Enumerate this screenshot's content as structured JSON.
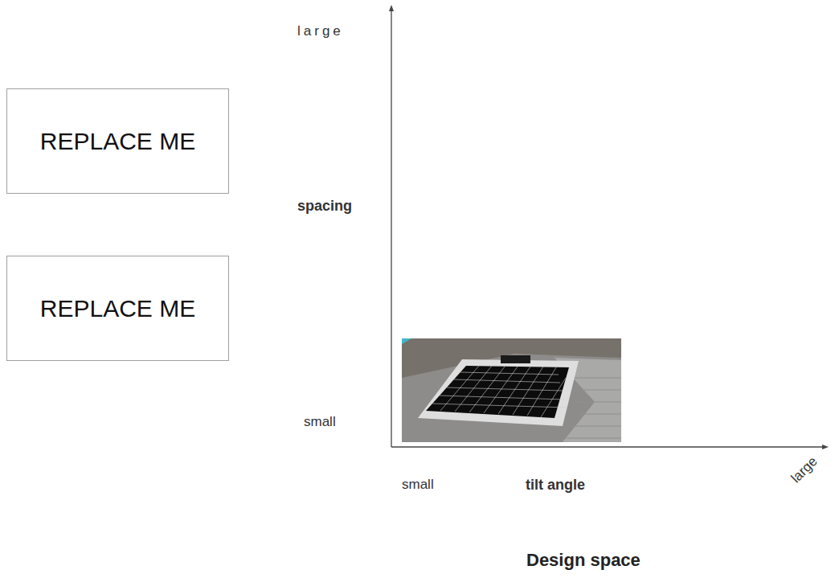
{
  "diagram": {
    "caption": "Design space",
    "nodes": [
      {
        "text": [
          "REPLACE ME"
        ]
      },
      {
        "text": [
          "REPLACE ME"
        ]
      }
    ],
    "labels": [
      "large",
      "spacing",
      "small",
      "small",
      "tilt angle",
      "large"
    ]
  }
}
